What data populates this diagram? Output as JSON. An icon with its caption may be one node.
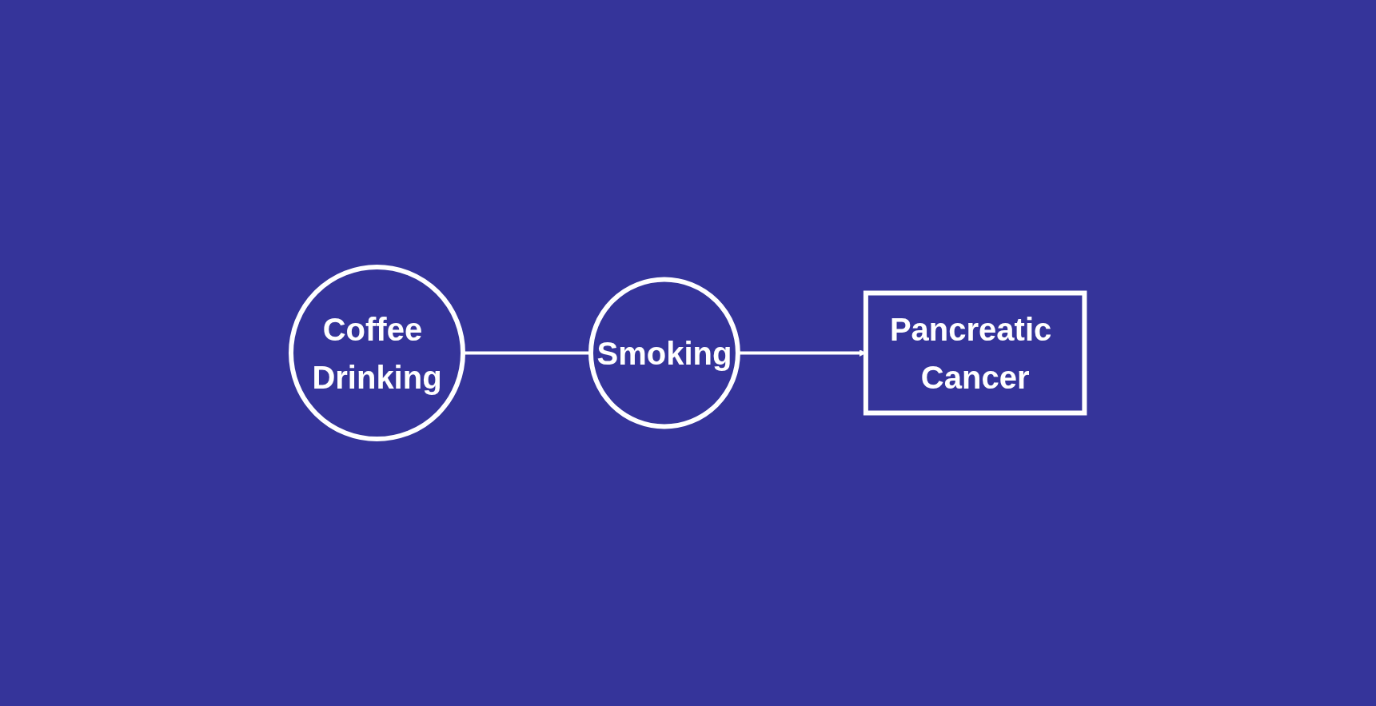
{
  "diagram": {
    "nodes": [
      {
        "text": [
          "Coffee Drinking"
        ]
      },
      {
        "text": [
          "Smoking"
        ]
      },
      {
        "text": [
          "Pancreatic Cancer"
        ]
      }
    ],
    "edges": [
      {
        "from": 0,
        "to": 1,
        "arrow": "none"
      },
      {
        "from": 1,
        "to": 2,
        "arrow": "to"
      }
    ]
  }
}
